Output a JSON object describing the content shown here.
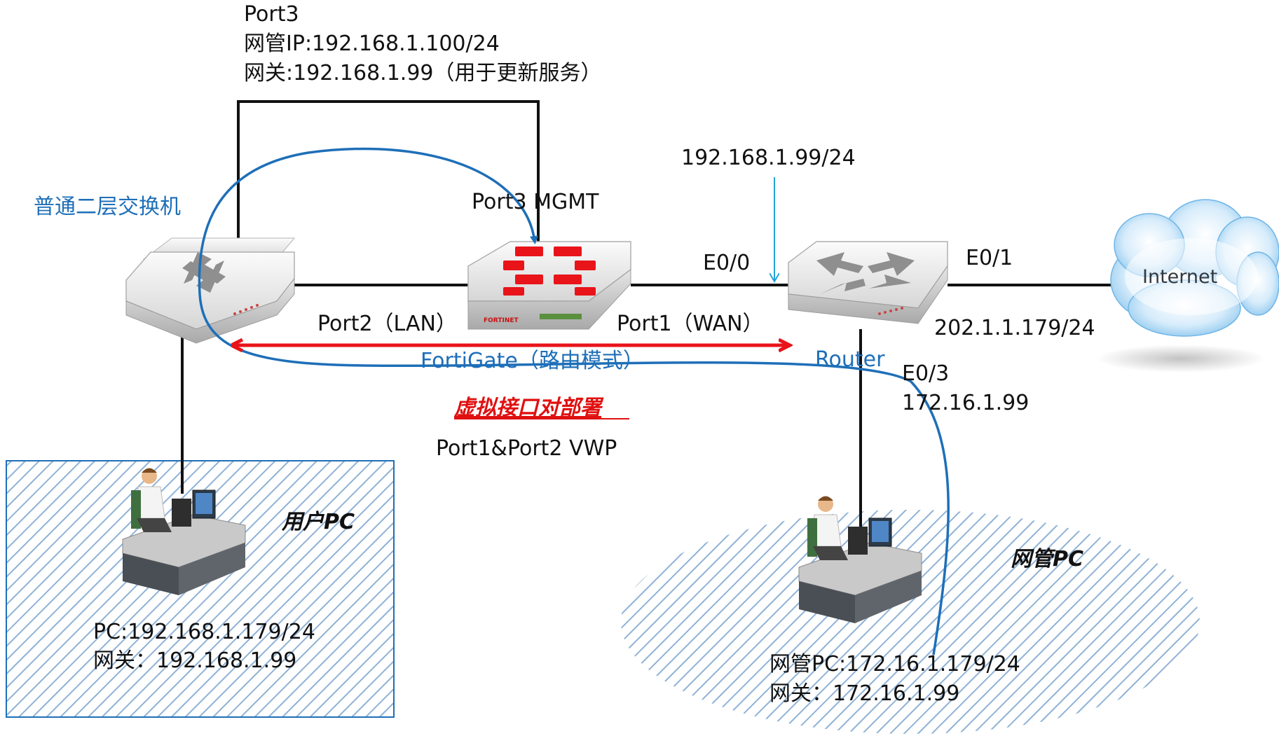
{
  "top_port3": {
    "line1": "Port3",
    "line2": "网管IP:192.168.1.100/24",
    "line3": "网关:192.168.1.99（用于更新服务）"
  },
  "switch": {
    "label": "普通二层交换机"
  },
  "fortigate": {
    "mgmt_label": "Port3 MGMT",
    "lan_label": "Port2（LAN）",
    "wan_label": "Port1（WAN）",
    "mode_label": "FortiGate（路由模式）",
    "brand": "FORTINET"
  },
  "router": {
    "gateway_ip": "192.168.1.99/24",
    "e00": "E0/0",
    "e01": "E0/1",
    "wan_ip": "202.1.1.179/24",
    "label": "Router",
    "e03": "E0/3",
    "e03_ip": "172.16.1.99"
  },
  "internet": {
    "label": "Internet"
  },
  "vwp": {
    "title": "虚拟接口对部署",
    "subtitle": "Port1&Port2 VWP"
  },
  "user_pc": {
    "zone_label": "用户PC",
    "ip": "PC:192.168.1.179/24",
    "gateway": "网关：192.168.1.99"
  },
  "admin_pc": {
    "zone_label": "网管PC",
    "ip": "网管PC:172.16.1.179/24",
    "gateway": "网关：172.16.1.99"
  },
  "colors": {
    "link": "#111111",
    "mgmt_path": "#1e6fb8",
    "vwp_arrow": "#e8141a",
    "zone_hatch": "#7aa4cc",
    "gateway_arrow": "#23a3d6"
  }
}
